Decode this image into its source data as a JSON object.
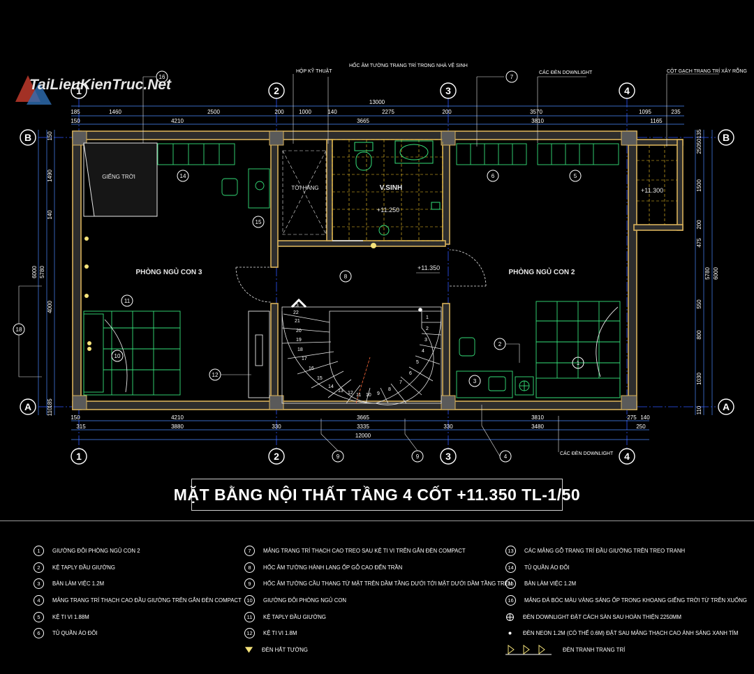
{
  "watermark": "TaiLieuKienTruc.Net",
  "title": "MẶT BẰNG NỘI THẤT TẦNG 4 CỐT +11.350 TL-1/50",
  "grid_axes": {
    "columns": [
      "1",
      "2",
      "3",
      "4"
    ],
    "rows": [
      "B",
      "A"
    ]
  },
  "dimensions": {
    "top_overall": "13000",
    "top_chain_1": [
      "185",
      "1460",
      "2500",
      "200",
      "1000",
      "140",
      "2275",
      "200",
      "3570",
      "1095",
      "235"
    ],
    "top_chain_2": [
      "150",
      "4210",
      "3665",
      "3810",
      "1165"
    ],
    "bottom_chain_1": [
      "150",
      "4210",
      "3665",
      "3810",
      "275",
      "140"
    ],
    "bottom_chain_2": [
      "315",
      "3880",
      "330",
      "3335",
      "330",
      "3480",
      "250"
    ],
    "bottom_overall": "12000",
    "left_chain": [
      "150",
      "1490",
      "140",
      "5780",
      "4000",
      "185",
      "110"
    ],
    "left_total": "6000",
    "right_chain": [
      "135",
      "50",
      "250",
      "1500",
      "200",
      "475",
      "5780",
      "550",
      "800",
      "1030",
      "110"
    ],
    "right_total": "6000"
  },
  "rooms": {
    "bedroom3": "PHÒNG NGỦ CON 3",
    "bedroom2": "PHÒNG NGỦ CON 2",
    "wc": "V.SINH",
    "skylight": "GIẾNG TRỜI",
    "void": "TỜI HẰNG"
  },
  "levels": {
    "hall": "+11.350",
    "wc": "+11.250",
    "balcony": "+11.300"
  },
  "stair_steps": [
    "1",
    "2",
    "3",
    "4",
    "5",
    "6",
    "7",
    "8",
    "9",
    "10",
    "11",
    "12",
    "13",
    "14",
    "15",
    "16",
    "17",
    "18",
    "19",
    "20",
    "21",
    "22",
    "23"
  ],
  "callouts_top": {
    "tech_box": "HỘP KỸ THUẬT",
    "niche_wc": "HỐC ÂM TƯỜNG TRANG TRÍ TRONG NHÀ VỆ SINH",
    "downlights_top": "CÁC ĐÈN DOWNLIGHT",
    "brick_column": "CỘT GẠCH TRANG TRÍ XÂY RỖNG",
    "downlights_bottom": "CÁC ĐÈN DOWNLIGHT"
  },
  "tags": {
    "t16": "16",
    "t7": "7",
    "t14": "14",
    "t15": "15",
    "t6": "6",
    "t5": "5",
    "t8": "8",
    "t11": "11",
    "t18": "18",
    "t10": "10",
    "t12": "12",
    "t2": "2",
    "t3": "3",
    "t1": "1",
    "t9a": "9",
    "t9b": "9",
    "t4": "4"
  },
  "legend": {
    "col1": [
      {
        "num": "1",
        "text": "Giường đôi phòng ngủ con 2"
      },
      {
        "num": "2",
        "text": "Kệ taply đầu giường"
      },
      {
        "num": "3",
        "text": "Bàn làm việc 1.2m"
      },
      {
        "num": "4",
        "text": "Mảng trang trí thạch cao đầu giường trên gắn đèn compact"
      },
      {
        "num": "5",
        "text": "Kệ TI vi 1.88m"
      },
      {
        "num": "6",
        "text": "Tủ quần áo đôi"
      }
    ],
    "col2": [
      {
        "num": "7",
        "text": "Mảng trang trí thạch cao treo sau kệ ti vi trên gắn đèn compact"
      },
      {
        "num": "8",
        "text": "Hốc âm tường hành lang ốp gỗ cao đến trần"
      },
      {
        "num": "9",
        "text": "Hốc âm tường cầu thang từ mặt trên dầm tầng dưới tới mặt dưới dầm tầng trên"
      },
      {
        "num": "10",
        "text": "Giường đôi phòng ngủ con"
      },
      {
        "num": "11",
        "text": "Kệ taply đầu giường"
      },
      {
        "num": "12",
        "text": "Kệ ti vi 1.8m"
      }
    ],
    "col2_symbol": "Đèn hắt tường",
    "col3": [
      {
        "num": "13",
        "text": "Các mảng gỗ trang trí đầu giường trên treo tranh"
      },
      {
        "num": "14",
        "text": "Tủ quần áo đôi"
      },
      {
        "num": "15",
        "text": "Bàn làm việc 1.2m"
      },
      {
        "num": "16",
        "text": "Mảng đá bóc màu vàng sáng ốp trong khoang giếng trời từ trên xuống"
      }
    ],
    "col3_symbols": [
      {
        "icon": "downlight",
        "text": "Đèn downlight đặt cách sàn sau hoàn thiện 2250mm"
      },
      {
        "icon": "neon",
        "text": "Đèn neon 1.2m (có thể 0.6m) đặt sau mảng thạch cao ánh sáng xanh tím"
      },
      {
        "icon": "picture-light",
        "text": "Đèn tranh trang trí"
      }
    ]
  },
  "colors": {
    "wall": "#d8b15a",
    "furniture": "#35e07a",
    "grid": "#2a4cff",
    "dim_line": "#4b8bff",
    "wc_floor": "#ffcf2a",
    "text": "#ffffff"
  }
}
